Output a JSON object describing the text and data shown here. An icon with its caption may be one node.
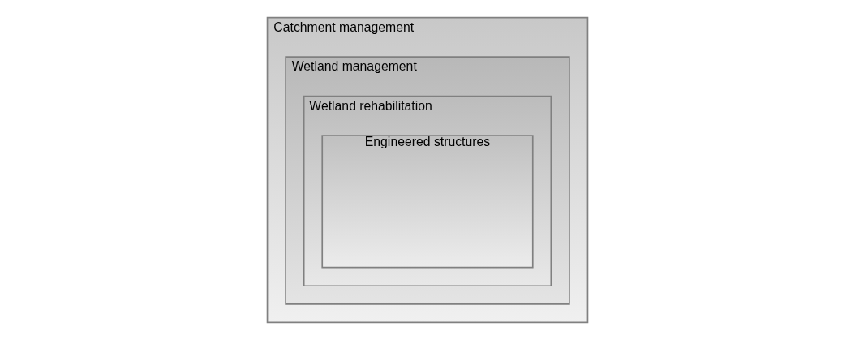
{
  "diagram": {
    "nodes": [
      {
        "text": [
          "Catchment management"
        ]
      },
      {
        "text": [
          "Wetland management"
        ],
        "in": 0
      },
      {
        "text": [
          "Wetland rehabilitation"
        ],
        "in": 1
      },
      {
        "text": [
          "Engineered structures"
        ],
        "in": 2
      }
    ]
  }
}
